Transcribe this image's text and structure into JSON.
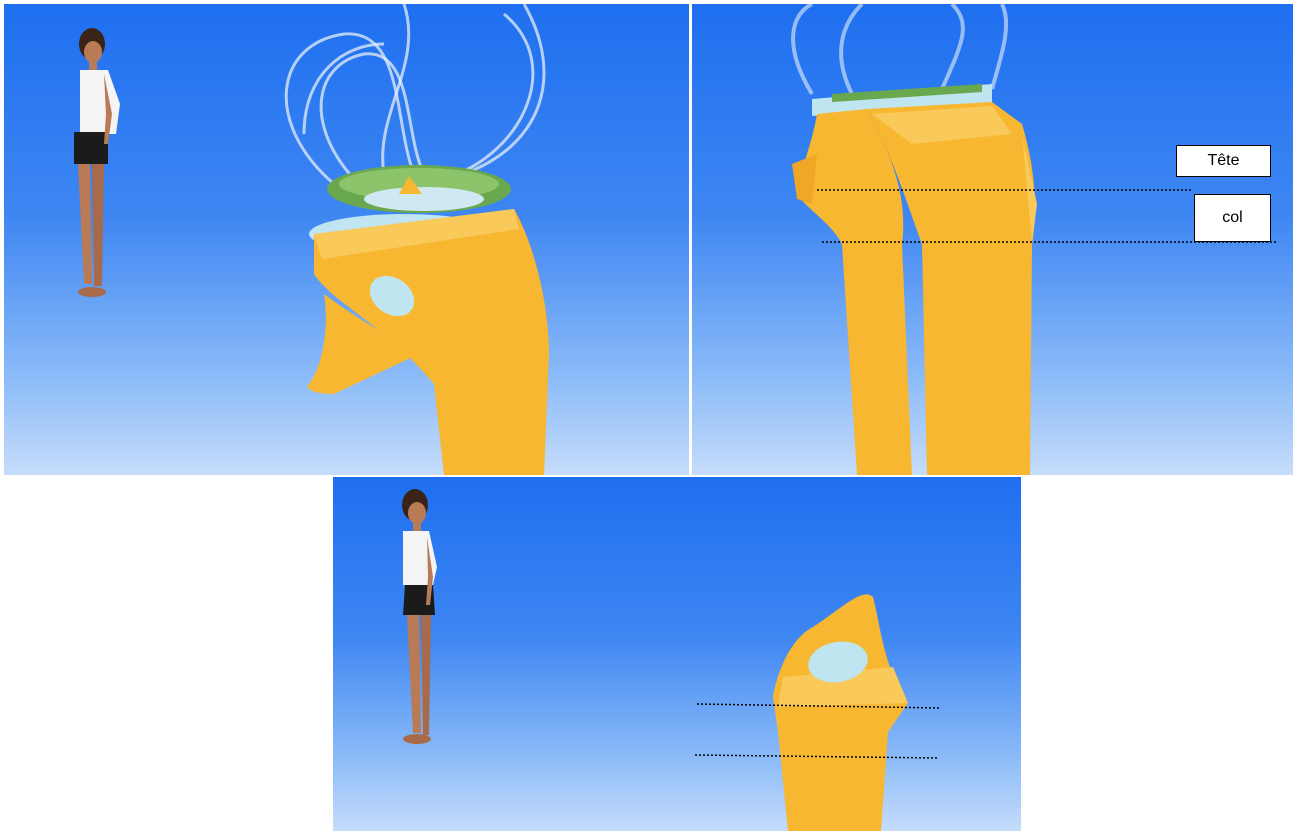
{
  "labels": {
    "tete": "Tête",
    "col": "col"
  },
  "colors": {
    "background_top": "#1e6ff0",
    "background_bottom": "#c6dcfa",
    "bone": "#f7b731",
    "cartilage": "#bfe6f0",
    "ligament": "#6aa84f"
  },
  "panels": [
    {
      "name": "anatomy-view-knee-lateral"
    },
    {
      "name": "anatomy-view-fibula-closeup"
    },
    {
      "name": "anatomy-view-fibula-head-neck"
    }
  ]
}
